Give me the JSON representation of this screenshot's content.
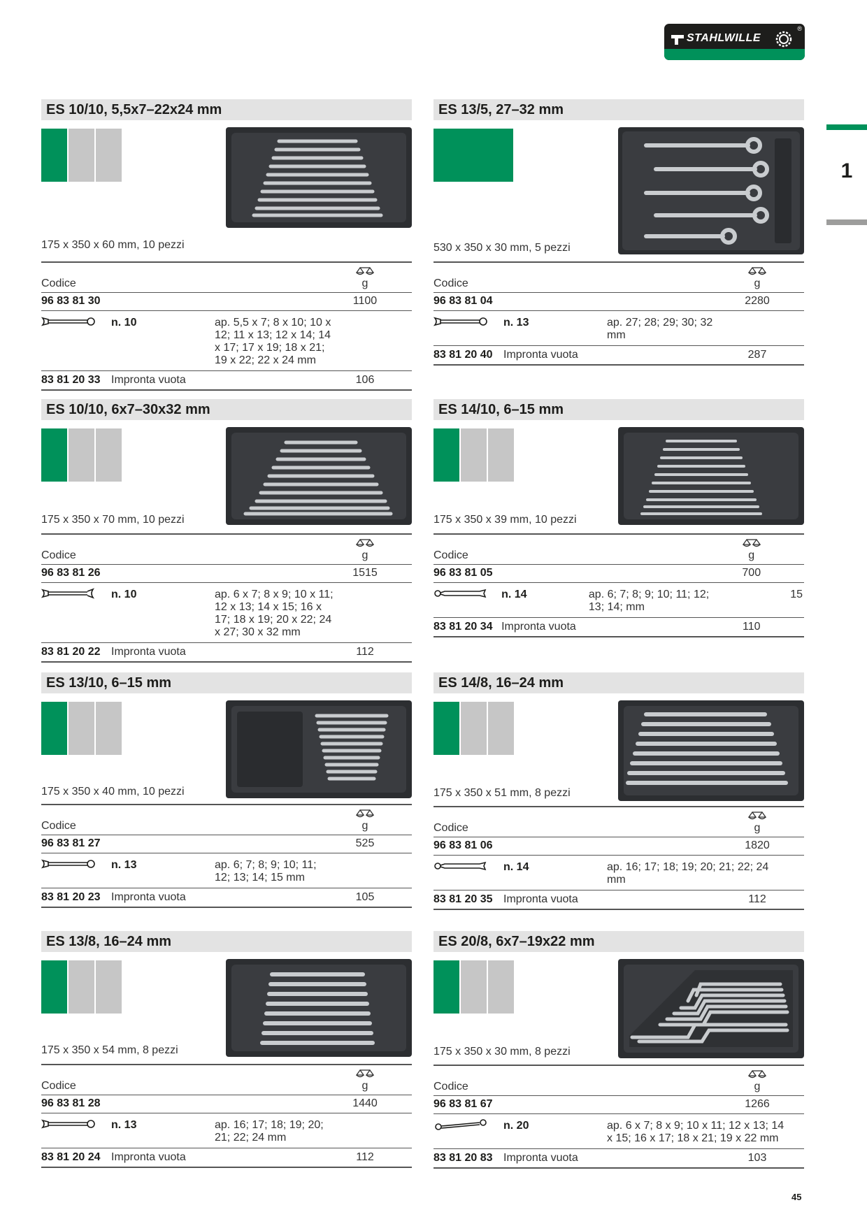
{
  "brand": {
    "name": "STAHLWILLE",
    "reg": "®"
  },
  "chapter": {
    "number": "1"
  },
  "page": {
    "number": "45"
  },
  "labels": {
    "code_header": "Codice",
    "weight_unit": "g"
  },
  "sections": [
    {
      "title": "ES 10/10, 5,5x7–22x24 mm",
      "dims": "175 x 350 x 60 mm, 10 pezzi",
      "main": {
        "code": "96 83 81 30",
        "weight": "1100"
      },
      "tool": {
        "count": "n. 10",
        "desc": "ap. 5,5 x 7; 8 x 10; 10 x 12; 11 x 13; 12 x 14; 14 x 17; 17 x 19; 18 x 21; 19 x 22; 22 x 24 mm",
        "extra": "",
        "icon": "combination-wrench-icon"
      },
      "empty": {
        "code": "83 81 20 33",
        "label": "Impronta vuota",
        "weight": "106"
      }
    },
    {
      "title": "ES 13/5, 27–32 mm",
      "dims": "530 x 350 x 30 mm, 5 pezzi",
      "main": {
        "code": "96 83 81 04",
        "weight": "2280"
      },
      "tool": {
        "count": "n. 13",
        "desc": "ap. 27; 28; 29; 30; 32 mm",
        "extra": "",
        "icon": "combination-wrench-icon"
      },
      "empty": {
        "code": "83 81 20 40",
        "label": "Impronta vuota",
        "weight": "287"
      }
    },
    {
      "title": "ES 10/10, 6x7–30x32 mm",
      "dims": "175 x 350 x 70 mm, 10 pezzi",
      "main": {
        "code": "96 83 81 26",
        "weight": "1515"
      },
      "tool": {
        "count": "n. 10",
        "desc": "ap. 6 x 7; 8 x 9; 10 x 11; 12 x 13; 14 x 15; 16 x 17; 18 x 19; 20 x 22; 24 x 27; 30 x 32 mm",
        "extra": "",
        "icon": "open-end-wrench-icon"
      },
      "empty": {
        "code": "83 81 20 22",
        "label": "Impronta vuota",
        "weight": "112"
      }
    },
    {
      "title": "ES 14/10, 6–15 mm",
      "dims": "175 x 350 x 39 mm, 10 pezzi",
      "main": {
        "code": "96 83 81 05",
        "weight": "700"
      },
      "tool": {
        "count": "n. 14",
        "desc": "ap. 6; 7; 8; 9; 10; 11; 12; 13; 14; mm",
        "extra": "15",
        "icon": "offset-wrench-icon"
      },
      "empty": {
        "code": "83 81 20 34",
        "label": "Impronta vuota",
        "weight": "110"
      }
    },
    {
      "title": "ES 13/10, 6–15 mm",
      "dims": "175 x 350 x 40 mm, 10 pezzi",
      "main": {
        "code": "96 83 81 27",
        "weight": "525"
      },
      "tool": {
        "count": "n. 13",
        "desc": "ap. 6; 7; 8; 9; 10; 11; 12; 13; 14; 15 mm",
        "extra": "",
        "icon": "combination-wrench-icon"
      },
      "empty": {
        "code": "83 81 20 23",
        "label": "Impronta vuota",
        "weight": "105"
      }
    },
    {
      "title": "ES 14/8, 16–24 mm",
      "dims": "175 x 350 x 51 mm, 8 pezzi",
      "main": {
        "code": "96 83 81 06",
        "weight": "1820"
      },
      "tool": {
        "count": "n. 14",
        "desc": "ap. 16; 17; 18; 19; 20; 21; 22; 24 mm",
        "extra": "",
        "icon": "offset-wrench-icon"
      },
      "empty": {
        "code": "83 81 20 35",
        "label": "Impronta vuota",
        "weight": "112"
      }
    },
    {
      "title": "ES 13/8, 16–24 mm",
      "dims": "175 x 350 x 54 mm, 8 pezzi",
      "main": {
        "code": "96 83 81 28",
        "weight": "1440"
      },
      "tool": {
        "count": "n. 13",
        "desc": "ap. 16; 17; 18; 19; 20; 21; 22; 24 mm",
        "extra": "",
        "icon": "combination-wrench-icon"
      },
      "empty": {
        "code": "83 81 20 24",
        "label": "Impronta vuota",
        "weight": "112"
      }
    },
    {
      "title": "ES 20/8, 6x7–19x22 mm",
      "dims": "175 x 350 x 30 mm, 8 pezzi",
      "main": {
        "code": "96 83 81 67",
        "weight": "1266"
      },
      "tool": {
        "count": "n. 20",
        "desc": "ap. 6 x 7; 8 x 9; 10 x 11; 12 x 13; 14 x 15; 16 x 17; 18 x 21; 19 x 22 mm",
        "extra": "",
        "icon": "double-ring-wrench-icon"
      },
      "empty": {
        "code": "83 81 20 83",
        "label": "Impronta vuota",
        "weight": "103"
      }
    }
  ]
}
